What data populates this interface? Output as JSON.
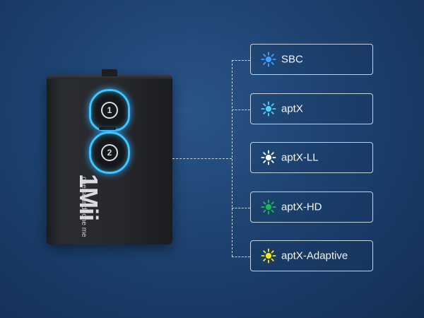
{
  "device": {
    "brand": "1Mii",
    "tagline": "one sound, one me",
    "button1": "1",
    "button2": "2"
  },
  "codecs": [
    {
      "label": "SBC",
      "color": "#3ea0ff"
    },
    {
      "label": "aptX",
      "color": "#4fd2ff"
    },
    {
      "label": "aptX-LL",
      "color": "#ffffff"
    },
    {
      "label": "aptX-HD",
      "color": "#1db954"
    },
    {
      "label": "aptX-Adaptive",
      "color": "#f2ea17"
    }
  ],
  "colors": {
    "button_glow": "#3fc6ff"
  }
}
